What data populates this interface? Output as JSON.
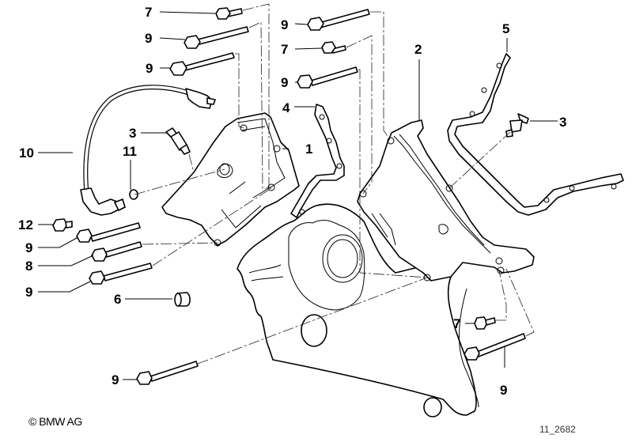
{
  "diagram": {
    "title": "Timing case cover exploded view",
    "callouts": [
      {
        "id": "c7a",
        "label": "7"
      },
      {
        "id": "c9a",
        "label": "9"
      },
      {
        "id": "c9b",
        "label": "9"
      },
      {
        "id": "c9c",
        "label": "9"
      },
      {
        "id": "c7b",
        "label": "7"
      },
      {
        "id": "c9d",
        "label": "9"
      },
      {
        "id": "c4",
        "label": "4"
      },
      {
        "id": "c2",
        "label": "2"
      },
      {
        "id": "c5",
        "label": "5"
      },
      {
        "id": "c3a",
        "label": "3"
      },
      {
        "id": "c3b",
        "label": "3"
      },
      {
        "id": "c1",
        "label": "1"
      },
      {
        "id": "c10",
        "label": "10"
      },
      {
        "id": "c11",
        "label": "11"
      },
      {
        "id": "c12",
        "label": "12"
      },
      {
        "id": "c9e",
        "label": "9"
      },
      {
        "id": "c8",
        "label": "8"
      },
      {
        "id": "c9f",
        "label": "9"
      },
      {
        "id": "c6",
        "label": "6"
      },
      {
        "id": "c7c",
        "label": "7"
      },
      {
        "id": "c9g",
        "label": "9"
      },
      {
        "id": "c9h",
        "label": "9"
      }
    ],
    "copyright": "© BMW AG",
    "drawing_number": "11_2682"
  }
}
